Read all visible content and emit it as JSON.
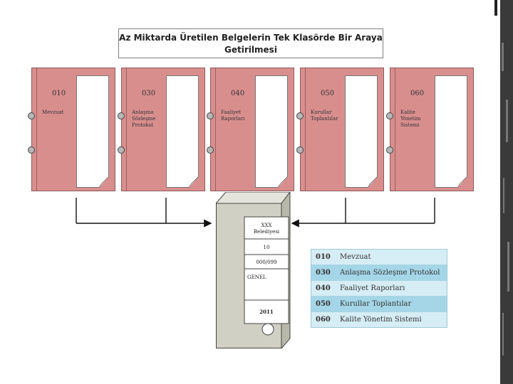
{
  "title": {
    "line1": "Az Miktarda Üretilen Belgelerin Tek Klasörde Bir Araya",
    "line2": "Getirilmesi"
  },
  "folders": [
    {
      "code": "010",
      "label": "Mevzuat"
    },
    {
      "code": "030",
      "label": "Anlaşma Sözleşme Protokol"
    },
    {
      "code": "040",
      "label": "Faaliyet Raporları"
    },
    {
      "code": "050",
      "label": "Kurullar Toplantılar"
    },
    {
      "code": "060",
      "label": "Kalite Yönetim Sistemi"
    }
  ],
  "cabinet": {
    "org_line1": "XXX",
    "org_line2": "Belediyesi",
    "number": "10",
    "range": "000/099",
    "category": "GENEL",
    "year": "2011"
  },
  "legend": [
    {
      "code": "010",
      "text": "Mevzuat"
    },
    {
      "code": "030",
      "text": "Anlaşma Sözleşme Protokol"
    },
    {
      "code": "040",
      "text": "Faaliyet Raporları"
    },
    {
      "code": "050",
      "text": "Kurullar Toplantılar"
    },
    {
      "code": "060",
      "text": "Kalite Yönetim Sistemi"
    }
  ],
  "colors": {
    "folder": "#d98e8e",
    "legend_dark": "#a4d6e8",
    "legend_light": "#d6edf5",
    "cabinet": "#d0d0c4"
  }
}
